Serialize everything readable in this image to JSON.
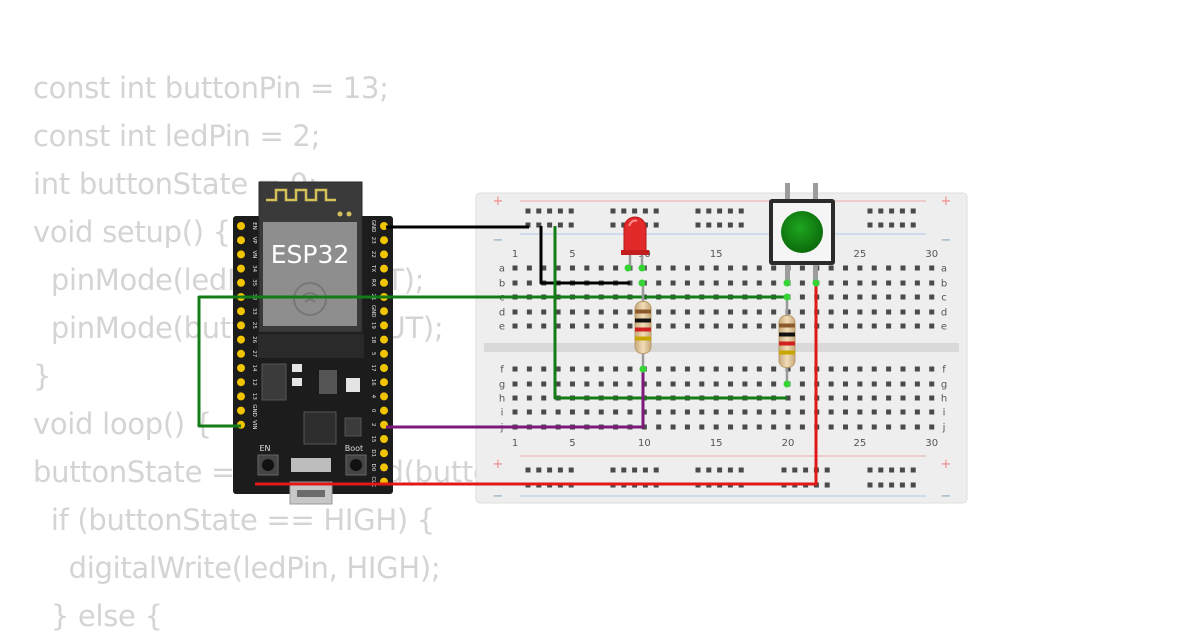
{
  "code_lines": [
    "const int buttonPin = 13;",
    "const int ledPin = 2;",
    "int buttonState = 0;",
    "void setup() {",
    "  pinMode(ledPin, OUTPUT);",
    "  pinMode(buttonPin, INPUT);",
    "}",
    "void loop() {",
    "buttonState = digitalRead(buttonPin);",
    "  if (buttonState == HIGH) {",
    "    digitalWrite(ledPin, HIGH);",
    "  } else {"
  ],
  "esp32": {
    "label": "ESP32",
    "left_pins": [
      "EN",
      "VP",
      "VN",
      "34",
      "35",
      "32",
      "33",
      "25",
      "26",
      "27",
      "14",
      "12",
      "13",
      "GND",
      "VIN"
    ],
    "right_pins": [
      "GND",
      "23",
      "22",
      "TX",
      "RX",
      "21",
      "GND",
      "19",
      "18",
      "5",
      "17",
      "16",
      "4",
      "0",
      "2",
      "15",
      "D1",
      "D0",
      "CLK"
    ],
    "en_label": "EN",
    "boot_label": "Boot"
  },
  "breadboard": {
    "column_numbers": [
      "1",
      "5",
      "10",
      "15",
      "20",
      "25",
      "30"
    ],
    "row_letters_top": [
      "a",
      "b",
      "c",
      "d",
      "e"
    ],
    "row_letters_bottom": [
      "f",
      "g",
      "h",
      "i",
      "j"
    ],
    "plus_sign": "+",
    "minus_sign": "−"
  },
  "wires": {
    "gnd": "#000000",
    "pin13": "#137c17",
    "pin2": "#7b1a7b",
    "power": "#e01818"
  }
}
